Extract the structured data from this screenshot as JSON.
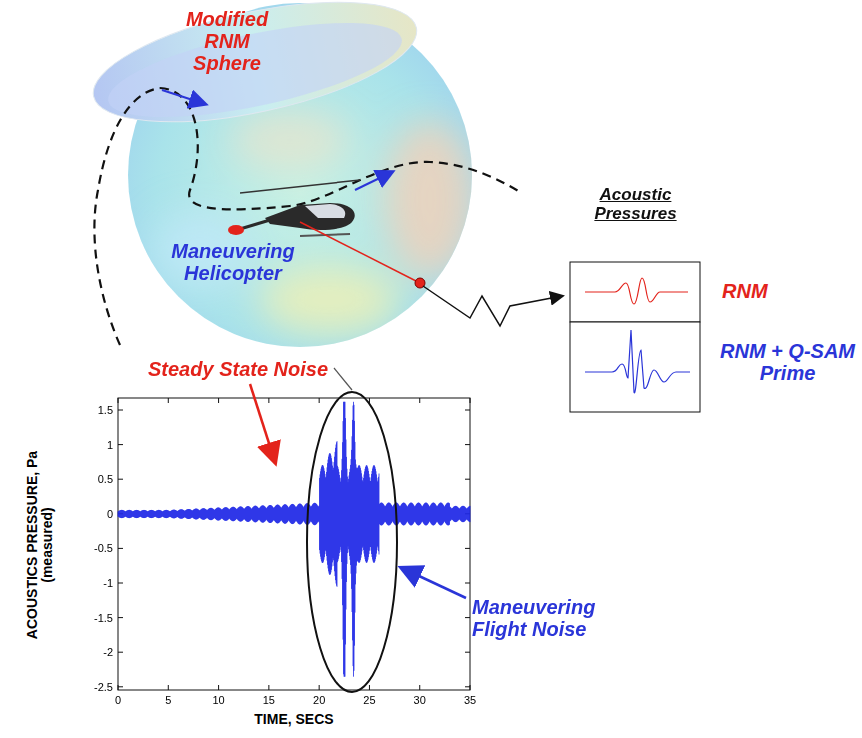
{
  "diagram": {
    "labels": [
      "Modified RNM Sphere",
      "Maneuvering Helicopter",
      "Acoustic Pressures",
      "RNM",
      "RNM + Q-SAM Prime",
      "Steady State Noise",
      "Maneuvering Flight Noise",
      "ACOUSTICS PRESSURE, Pa",
      "(measured)",
      "TIME, SECS",
      "1.5",
      "1",
      "0.5",
      "0",
      "-0.5",
      "-1",
      "-1.5",
      "-2",
      "-2.5",
      "0",
      "5",
      "10",
      "15",
      "20",
      "25",
      "30",
      "35"
    ]
  }
}
